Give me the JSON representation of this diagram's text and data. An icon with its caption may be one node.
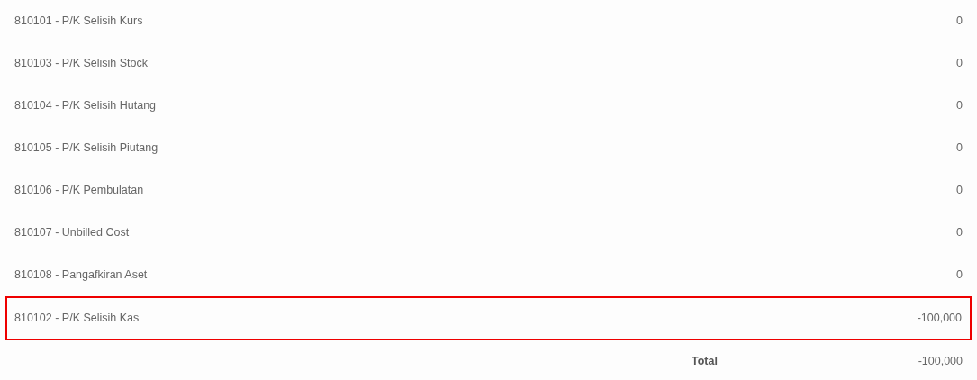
{
  "diagram": {
    "nodes": [
      {
        "text": [
          "810102 - P/K Selisih Kas",
          "-100,000"
        ]
      }
    ],
    "labels": [
      "810101 - P/K Selisih Kurs",
      "0",
      "810103 - P/K Selisih Stock",
      "0",
      "810104 - P/K Selisih Hutang",
      "0",
      "810105 - P/K Selisih Piutang",
      "0",
      "810106 - P/K Pembulatan",
      "0",
      "810107 - Unbilled Cost",
      "0",
      "810108 - Pangafkiran Aset",
      "0",
      "Total",
      "-100,000"
    ]
  }
}
